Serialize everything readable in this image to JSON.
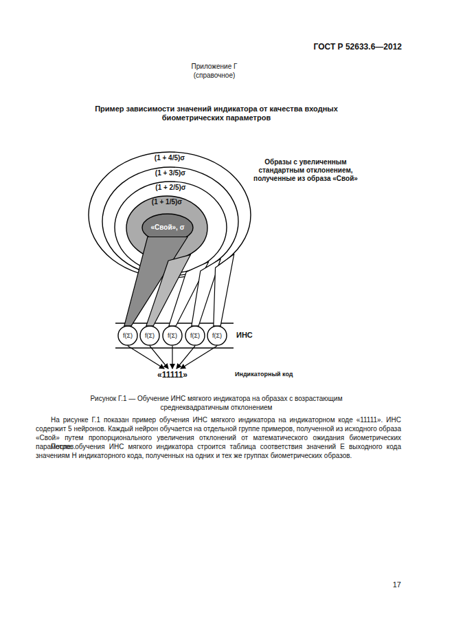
{
  "diagram": {
    "title": "Пример зависимости значений индикатора от качества входных биометрических параметров",
    "caption": "Рисунок Г.1 — Обучение ИНС мягкого индикатора на образах с возрастающим среднеквадратичным отклонением",
    "nodes": [
      {
        "text": [
          "(1 + 4/5)σ"
        ]
      },
      {
        "text": [
          "(1 + 3/5)σ"
        ],
        "in": 0
      },
      {
        "text": [
          "(1 + 2/5)σ"
        ],
        "in": 1
      },
      {
        "text": [
          "(1 + 1/5)σ"
        ],
        "in": 2
      },
      {
        "text": [
          "«Свой», σ"
        ],
        "in": 3
      },
      {
        "text": [
          "f(Σ)"
        ]
      },
      {
        "text": [
          "f(Σ)"
        ]
      },
      {
        "text": [
          "f(Σ)"
        ]
      },
      {
        "text": [
          "f(Σ)"
        ]
      },
      {
        "text": [
          "f(Σ)"
        ]
      },
      {
        "text": [
          "«11111»"
        ]
      }
    ],
    "edges": [
      {
        "from": 4,
        "to": 5,
        "arrow": "none"
      },
      {
        "from": 3,
        "to": 6,
        "arrow": "none"
      },
      {
        "from": 2,
        "to": 7,
        "arrow": "none"
      },
      {
        "from": 1,
        "to": 8,
        "arrow": "none"
      },
      {
        "from": 0,
        "to": 9,
        "arrow": "none"
      },
      {
        "from": 5,
        "to": 10,
        "arrow": "to"
      },
      {
        "from": 6,
        "to": 10,
        "arrow": "to"
      },
      {
        "from": 7,
        "to": 10,
        "arrow": "to"
      },
      {
        "from": 8,
        "to": 10,
        "arrow": "to"
      },
      {
        "from": 9,
        "to": 10,
        "arrow": "to"
      }
    ],
    "labels": [
      "ГОСТ Р 52633.6—2012",
      "Приложение Г",
      "(справочное)",
      "Образы с увеличенным стандартным отклонением, полученные из образа «Свой»",
      "ИНС",
      "Индикаторный код",
      "На рисунке Г.1 показан пример обучения ИНС мягкого индикатора на индикаторном коде «11111». ИНС содержит 5 нейронов. Каждый нейрон обучается на отдельной группе примеров, полученной из исходного образа «Свой» путем пропорционального увеличения отклонений от математического ожидания биометрических параметров.",
      "После обучения ИНС мягкого индикатора строится таблица соответствия значений E выходного кода значениям H индикаторного кода, полученных на одних и тех же группах биометрических образов.",
      "17"
    ]
  }
}
